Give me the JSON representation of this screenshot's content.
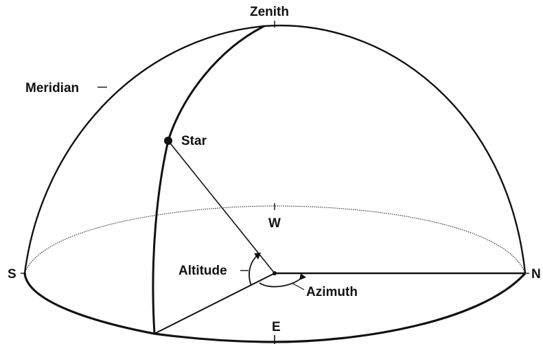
{
  "labels": {
    "zenith": "Zenith",
    "meridian": "Meridian",
    "star": "Star",
    "west": "W",
    "south": "S",
    "north": "N",
    "east": "E",
    "altitude": "Altitude",
    "azimuth": "Azimuth"
  },
  "colors": {
    "line": "#111111",
    "background": "#ffffff"
  }
}
